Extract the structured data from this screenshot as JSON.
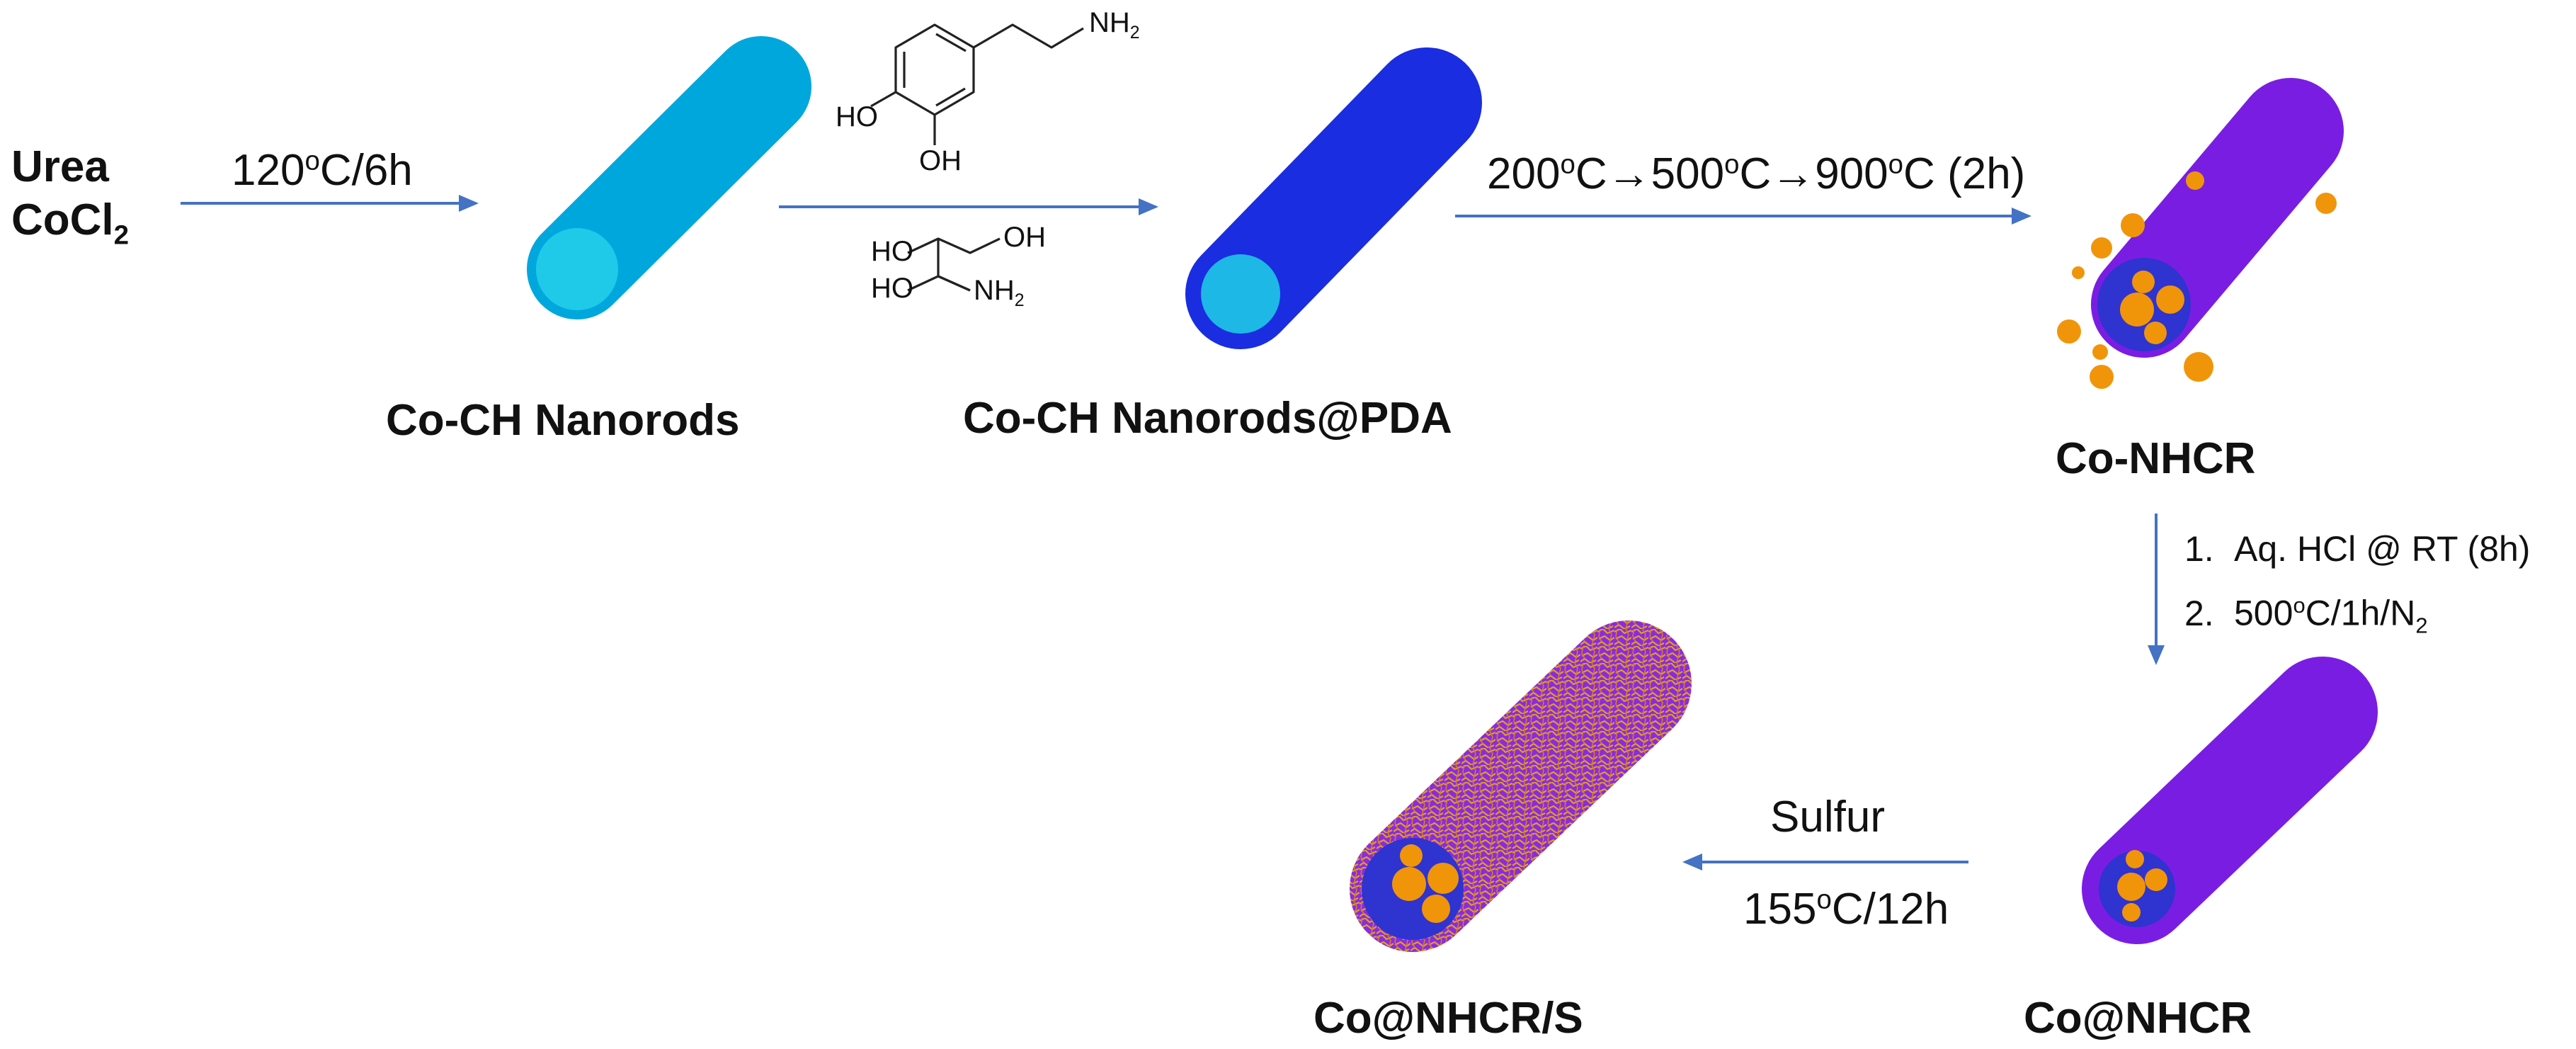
{
  "reactants": {
    "line1": "Urea",
    "line2_main": "CoCl",
    "line2_sub": "2"
  },
  "steps": {
    "step1": {
      "temp": "120",
      "deg": "o",
      "rest": "C/6h"
    },
    "step3": {
      "t1": "200",
      "t2": "500",
      "t3": "900",
      "deg": "o",
      "unit": "C",
      "arrow": "→",
      "tail": "(2h)"
    },
    "step4": {
      "item1_num": "1.",
      "item1_text": "Aq. HCl @ RT (8h)",
      "item2_num": "2.",
      "item2_main": "500",
      "item2_deg": "o",
      "item2_mid": "C/1h/N",
      "item2_sub": "2"
    },
    "step5": {
      "reagent": "Sulfur",
      "temp": "155",
      "deg": "o",
      "rest": "C/12h"
    }
  },
  "chemicals": {
    "dopamine": {
      "nh2_main": "NH",
      "nh2_sub": "2",
      "oh_left": "HO",
      "oh_bottom": "OH"
    },
    "tris": {
      "ho_top": "HO",
      "oh_top": "OH",
      "ho_bottom": "HO",
      "nh2_main": "NH",
      "nh2_sub": "2"
    }
  },
  "products": {
    "p1": "Co-CH Nanorods",
    "p2": "Co-CH Nanorods@PDA",
    "p3": "Co-NHCR",
    "p4": "Co@NHCR",
    "p5": "Co@NHCR/S"
  },
  "colors": {
    "arrow": "#4472C4",
    "rod1": "#00A7DD",
    "rod1_core": "#1FC9E8",
    "rod2": "#1A2DE0",
    "rod2_core": "#1DB8E6",
    "rod3": "#7A1DE3",
    "rod3_core": "#2F33CF",
    "particle": "#F0950A",
    "sulfur_tex": "#E0A020"
  },
  "icons": {
    "arrow": "right-arrow-icon"
  }
}
